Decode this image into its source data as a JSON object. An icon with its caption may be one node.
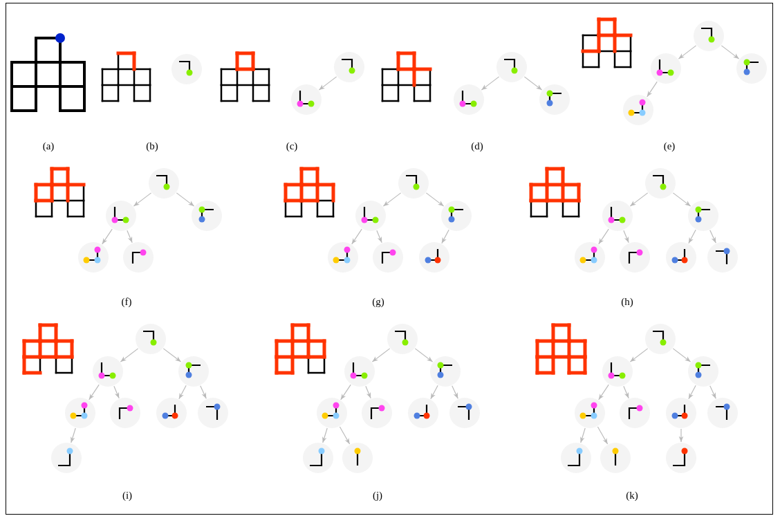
{
  "diagram": {
    "nodes": [
      {
        "text": [],
        "shape": "circle"
      },
      {
        "text": [],
        "shape": "circle"
      },
      {
        "text": [],
        "shape": "circle"
      },
      {
        "text": [],
        "shape": "circle"
      },
      {
        "text": [],
        "shape": "circle"
      },
      {
        "text": [],
        "shape": "circle"
      },
      {
        "text": [],
        "shape": "circle"
      },
      {
        "text": [],
        "shape": "circle"
      },
      {
        "text": [],
        "shape": "circle"
      },
      {
        "text": [],
        "shape": "circle"
      },
      {
        "text": [],
        "shape": "circle"
      },
      {
        "text": [],
        "shape": "circle"
      },
      {
        "text": [],
        "shape": "circle"
      },
      {
        "text": [],
        "shape": "circle"
      },
      {
        "text": [],
        "shape": "circle"
      },
      {
        "text": [],
        "shape": "circle"
      },
      {
        "text": [],
        "shape": "circle"
      },
      {
        "text": [],
        "shape": "circle"
      },
      {
        "text": [],
        "shape": "circle"
      },
      {
        "text": [],
        "shape": "circle"
      },
      {
        "text": [],
        "shape": "circle"
      },
      {
        "text": [],
        "shape": "circle"
      },
      {
        "text": [],
        "shape": "circle"
      },
      {
        "text": [],
        "shape": "circle"
      },
      {
        "text": [],
        "shape": "circle"
      },
      {
        "text": [],
        "shape": "circle"
      },
      {
        "text": [],
        "shape": "circle"
      },
      {
        "text": [],
        "shape": "circle"
      },
      {
        "text": [],
        "shape": "circle"
      },
      {
        "text": [],
        "shape": "circle"
      },
      {
        "text": [],
        "shape": "circle"
      },
      {
        "text": [],
        "shape": "circle"
      },
      {
        "text": [],
        "shape": "circle"
      },
      {
        "text": [],
        "shape": "circle"
      },
      {
        "text": [],
        "shape": "circle"
      },
      {
        "text": [],
        "shape": "circle"
      },
      {
        "text": [],
        "shape": "circle"
      },
      {
        "text": [],
        "shape": "circle"
      },
      {
        "text": [],
        "shape": "circle"
      },
      {
        "text": [],
        "shape": "circle"
      },
      {
        "text": [],
        "shape": "circle"
      },
      {
        "text": [],
        "shape": "circle"
      },
      {
        "text": [],
        "shape": "circle"
      },
      {
        "text": [],
        "shape": "circle"
      },
      {
        "text": [],
        "shape": "circle"
      },
      {
        "text": [],
        "shape": "circle"
      },
      {
        "text": [],
        "shape": "circle"
      },
      {
        "text": [],
        "shape": "circle"
      },
      {
        "text": [],
        "shape": "circle"
      },
      {
        "text": [],
        "shape": "circle"
      },
      {
        "text": [],
        "shape": "circle"
      },
      {
        "text": [],
        "shape": "circle"
      },
      {
        "text": [],
        "shape": "circle"
      },
      {
        "text": [],
        "shape": "circle"
      },
      {
        "text": [],
        "shape": "circle"
      }
    ],
    "edges": [
      {
        "from": 1,
        "to": 2,
        "arrow": "to"
      },
      {
        "from": 3,
        "to": 4,
        "arrow": "to"
      },
      {
        "from": 3,
        "to": 5,
        "arrow": "to"
      },
      {
        "from": 6,
        "to": 7,
        "arrow": "to"
      },
      {
        "from": 6,
        "to": 8,
        "arrow": "to"
      },
      {
        "from": 7,
        "to": 9,
        "arrow": "to"
      },
      {
        "from": 10,
        "to": 11,
        "arrow": "to"
      },
      {
        "from": 10,
        "to": 12,
        "arrow": "to"
      },
      {
        "from": 11,
        "to": 13,
        "arrow": "to"
      },
      {
        "from": 11,
        "to": 14,
        "arrow": "to"
      },
      {
        "from": 15,
        "to": 16,
        "arrow": "to"
      },
      {
        "from": 15,
        "to": 17,
        "arrow": "to"
      },
      {
        "from": 16,
        "to": 18,
        "arrow": "to"
      },
      {
        "from": 16,
        "to": 19,
        "arrow": "to"
      },
      {
        "from": 17,
        "to": 20,
        "arrow": "to"
      },
      {
        "from": 21,
        "to": 22,
        "arrow": "to"
      },
      {
        "from": 21,
        "to": 23,
        "arrow": "to"
      },
      {
        "from": 22,
        "to": 24,
        "arrow": "to"
      },
      {
        "from": 22,
        "to": 25,
        "arrow": "to"
      },
      {
        "from": 23,
        "to": 26,
        "arrow": "to"
      },
      {
        "from": 23,
        "to": 27,
        "arrow": "to"
      },
      {
        "from": 28,
        "to": 29,
        "arrow": "to"
      },
      {
        "from": 28,
        "to": 30,
        "arrow": "to"
      },
      {
        "from": 29,
        "to": 31,
        "arrow": "to"
      },
      {
        "from": 29,
        "to": 32,
        "arrow": "to"
      },
      {
        "from": 30,
        "to": 33,
        "arrow": "to"
      },
      {
        "from": 30,
        "to": 34,
        "arrow": "to"
      },
      {
        "from": 31,
        "to": 35,
        "arrow": "to"
      },
      {
        "from": 36,
        "to": 37,
        "arrow": "to"
      },
      {
        "from": 36,
        "to": 38,
        "arrow": "to"
      },
      {
        "from": 37,
        "to": 39,
        "arrow": "to"
      },
      {
        "from": 37,
        "to": 40,
        "arrow": "to"
      },
      {
        "from": 38,
        "to": 41,
        "arrow": "to"
      },
      {
        "from": 38,
        "to": 42,
        "arrow": "to"
      },
      {
        "from": 39,
        "to": 43,
        "arrow": "to"
      },
      {
        "from": 39,
        "to": 44,
        "arrow": "to"
      },
      {
        "from": 45,
        "to": 46,
        "arrow": "to"
      },
      {
        "from": 45,
        "to": 47,
        "arrow": "to"
      },
      {
        "from": 46,
        "to": 48,
        "arrow": "to"
      },
      {
        "from": 46,
        "to": 49,
        "arrow": "to"
      },
      {
        "from": 47,
        "to": 50,
        "arrow": "to"
      },
      {
        "from": 47,
        "to": 51,
        "arrow": "to"
      },
      {
        "from": 48,
        "to": 52,
        "arrow": "to"
      },
      {
        "from": 48,
        "to": 53,
        "arrow": "to"
      },
      {
        "from": 50,
        "to": 54,
        "arrow": "to"
      }
    ],
    "labels": [
      "(a)",
      "(b)",
      "(c)",
      "(d)",
      "(e)",
      "(f)",
      "(g)",
      "(h)",
      "(i)",
      "(j)",
      "(k)"
    ]
  }
}
